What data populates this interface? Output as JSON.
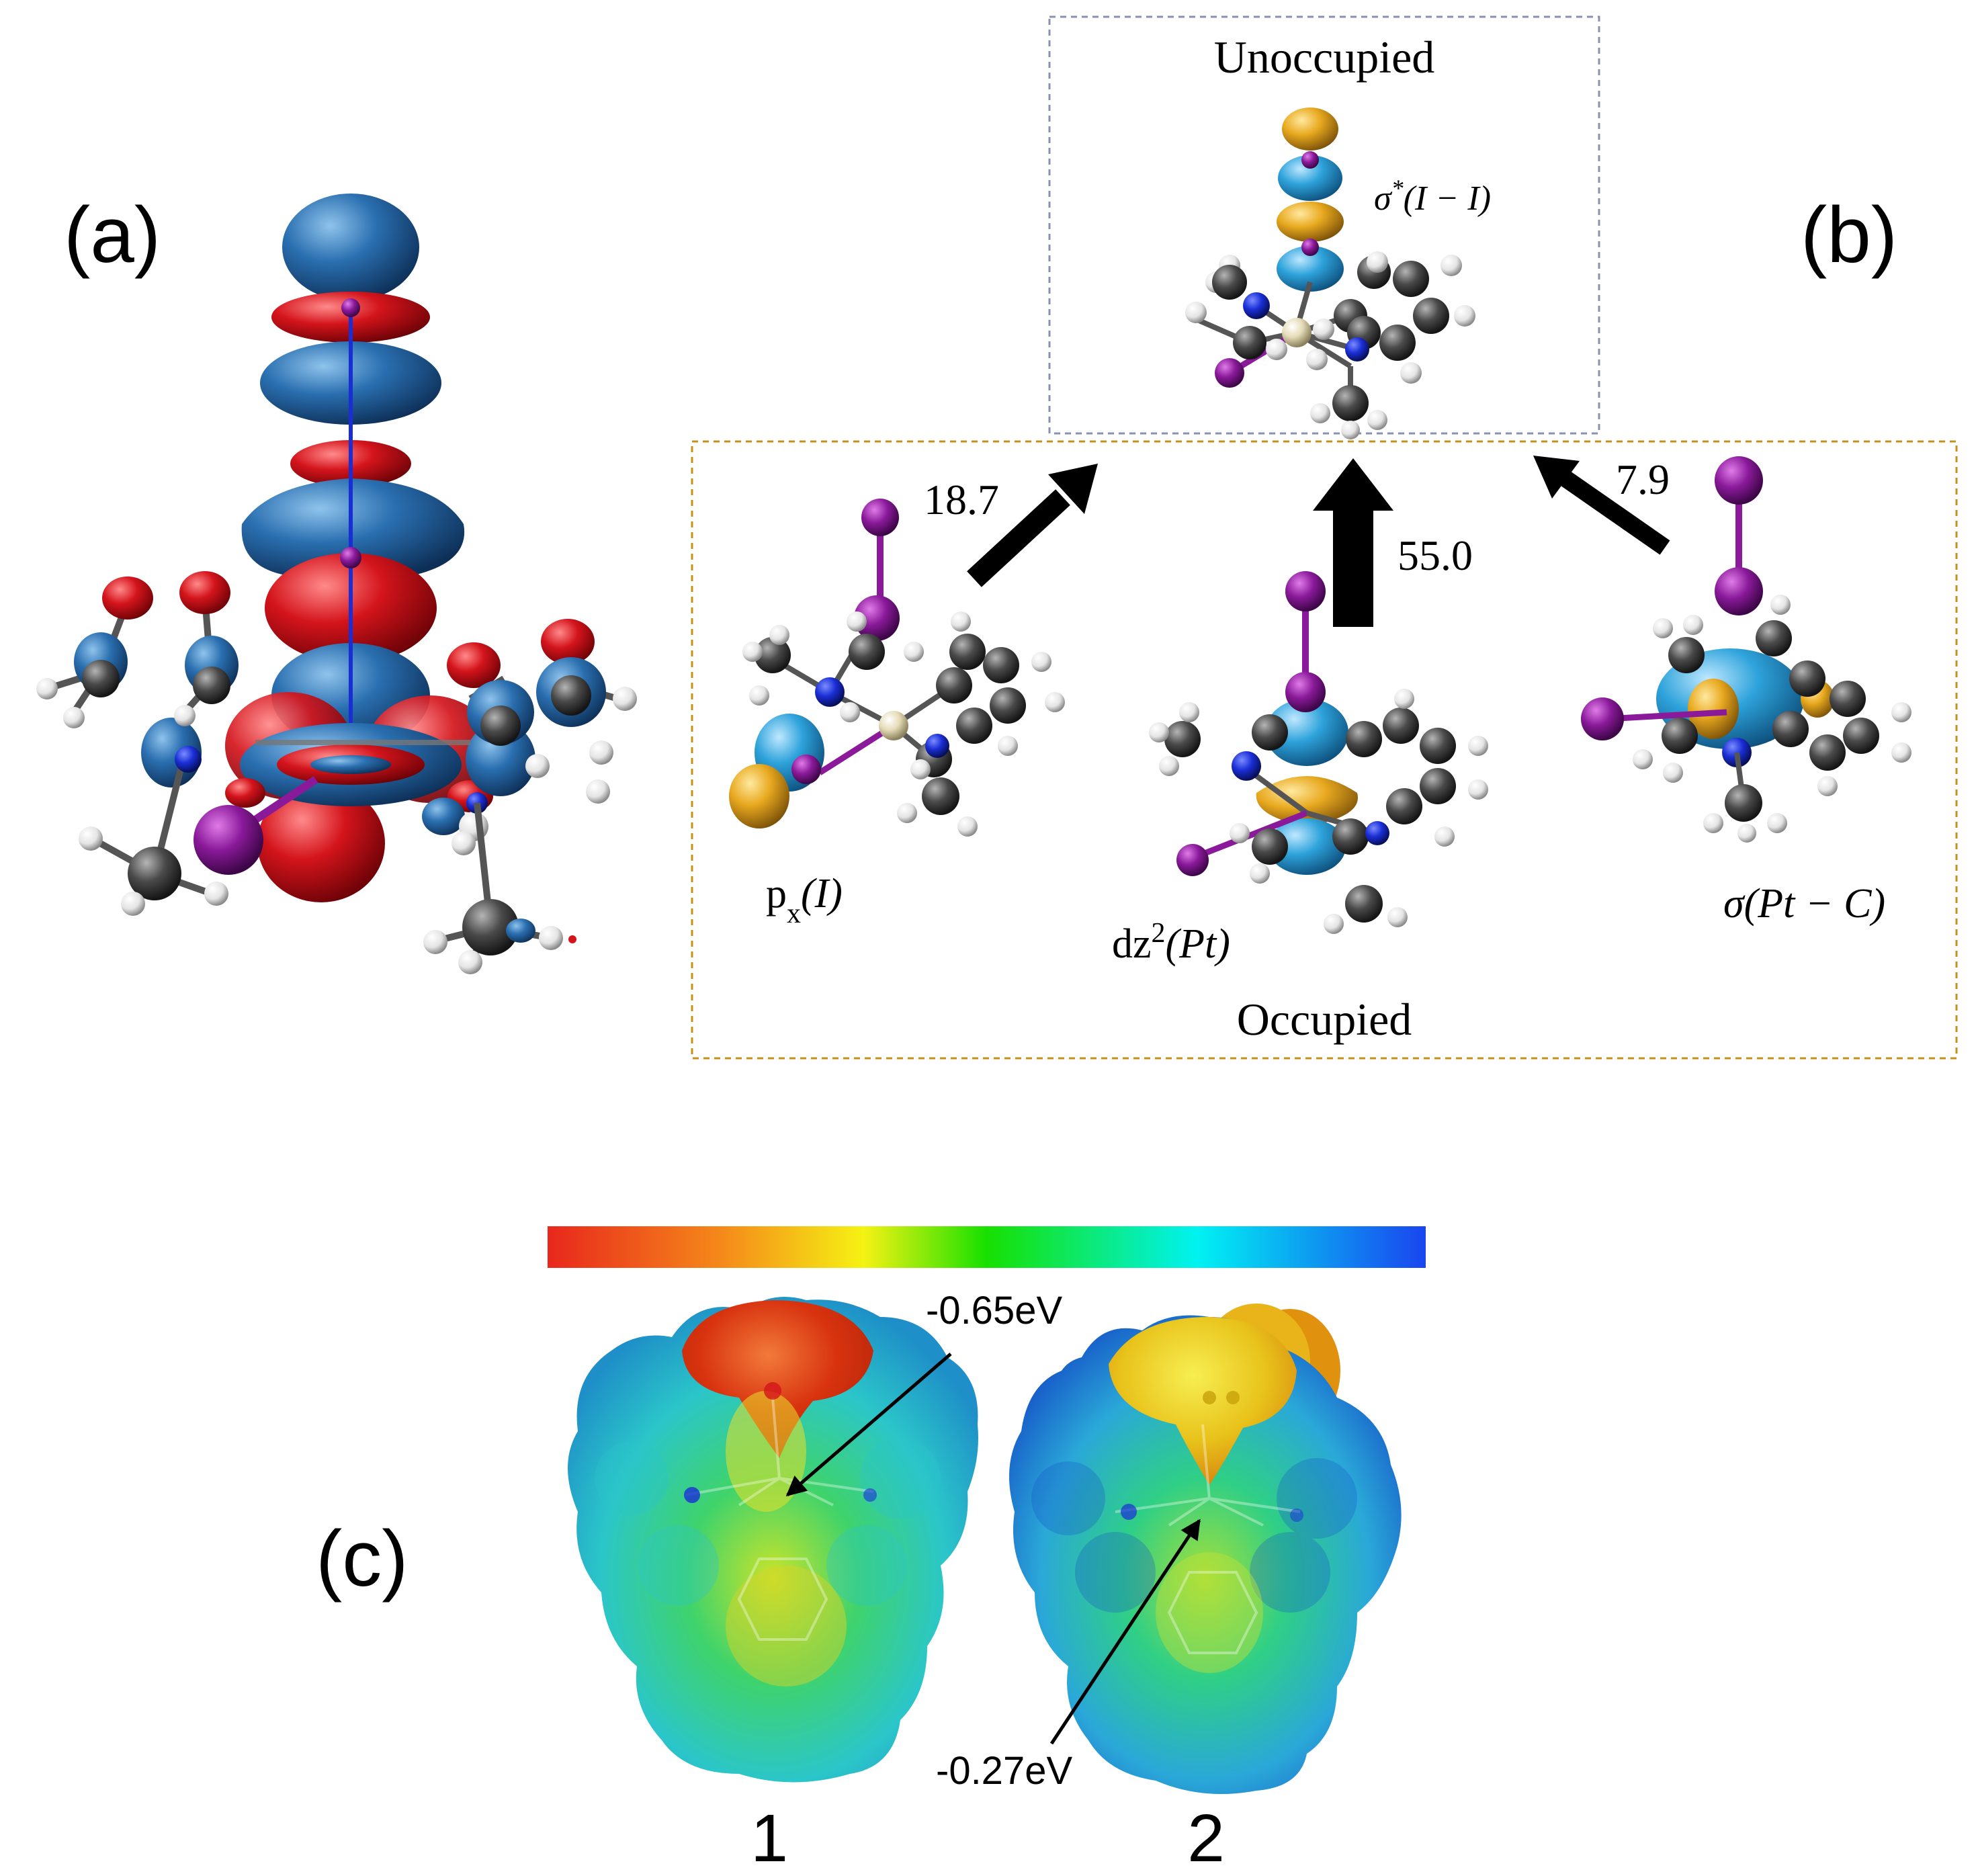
{
  "panel_a": {
    "label": "(a)"
  },
  "panel_b": {
    "label": "(b)",
    "unoccupied_title": "Unoccupied",
    "occupied_title": "Occupied",
    "orbitals": {
      "sigma_star": {
        "sym": "σ",
        "sup": "*",
        "rest": "(I − I)"
      },
      "px": {
        "main": "p",
        "sub": "x",
        "rest": "(I)"
      },
      "dz2": {
        "main": "dz",
        "sup": "2",
        "rest": "(Pt)"
      },
      "sigma": {
        "sym": "σ",
        "rest": "(Pt − C)"
      }
    },
    "arrows": [
      {
        "id": "px",
        "value": "18.7"
      },
      {
        "id": "dz2",
        "value": "55.0"
      },
      {
        "id": "sigma",
        "value": "7.9"
      }
    ]
  },
  "panel_c": {
    "label": "(c)",
    "colorbar": [
      "#e8271c",
      "#f58a1a",
      "#f5f214",
      "#17e000",
      "#00f2f2",
      "#1a45ef"
    ],
    "molecule_1": {
      "label": "1",
      "value": "-0.65eV"
    },
    "molecule_2": {
      "label": "2",
      "value": "-0.27eV"
    }
  },
  "colors": {
    "iodine": "#8a1a9a",
    "carbon": "#3a3a3a",
    "hydrogen": "#eeeeee",
    "nitrogen": "#1a2ed6",
    "platinum": "#e6dcb8",
    "lobe_blue": "#2a6fb0",
    "lobe_red": "#d4141c",
    "lobe_cyan": "#2ea3db",
    "lobe_gold": "#e8a91f",
    "occupied_box": "#c8901a",
    "unoccupied_box": "#8892b0"
  }
}
